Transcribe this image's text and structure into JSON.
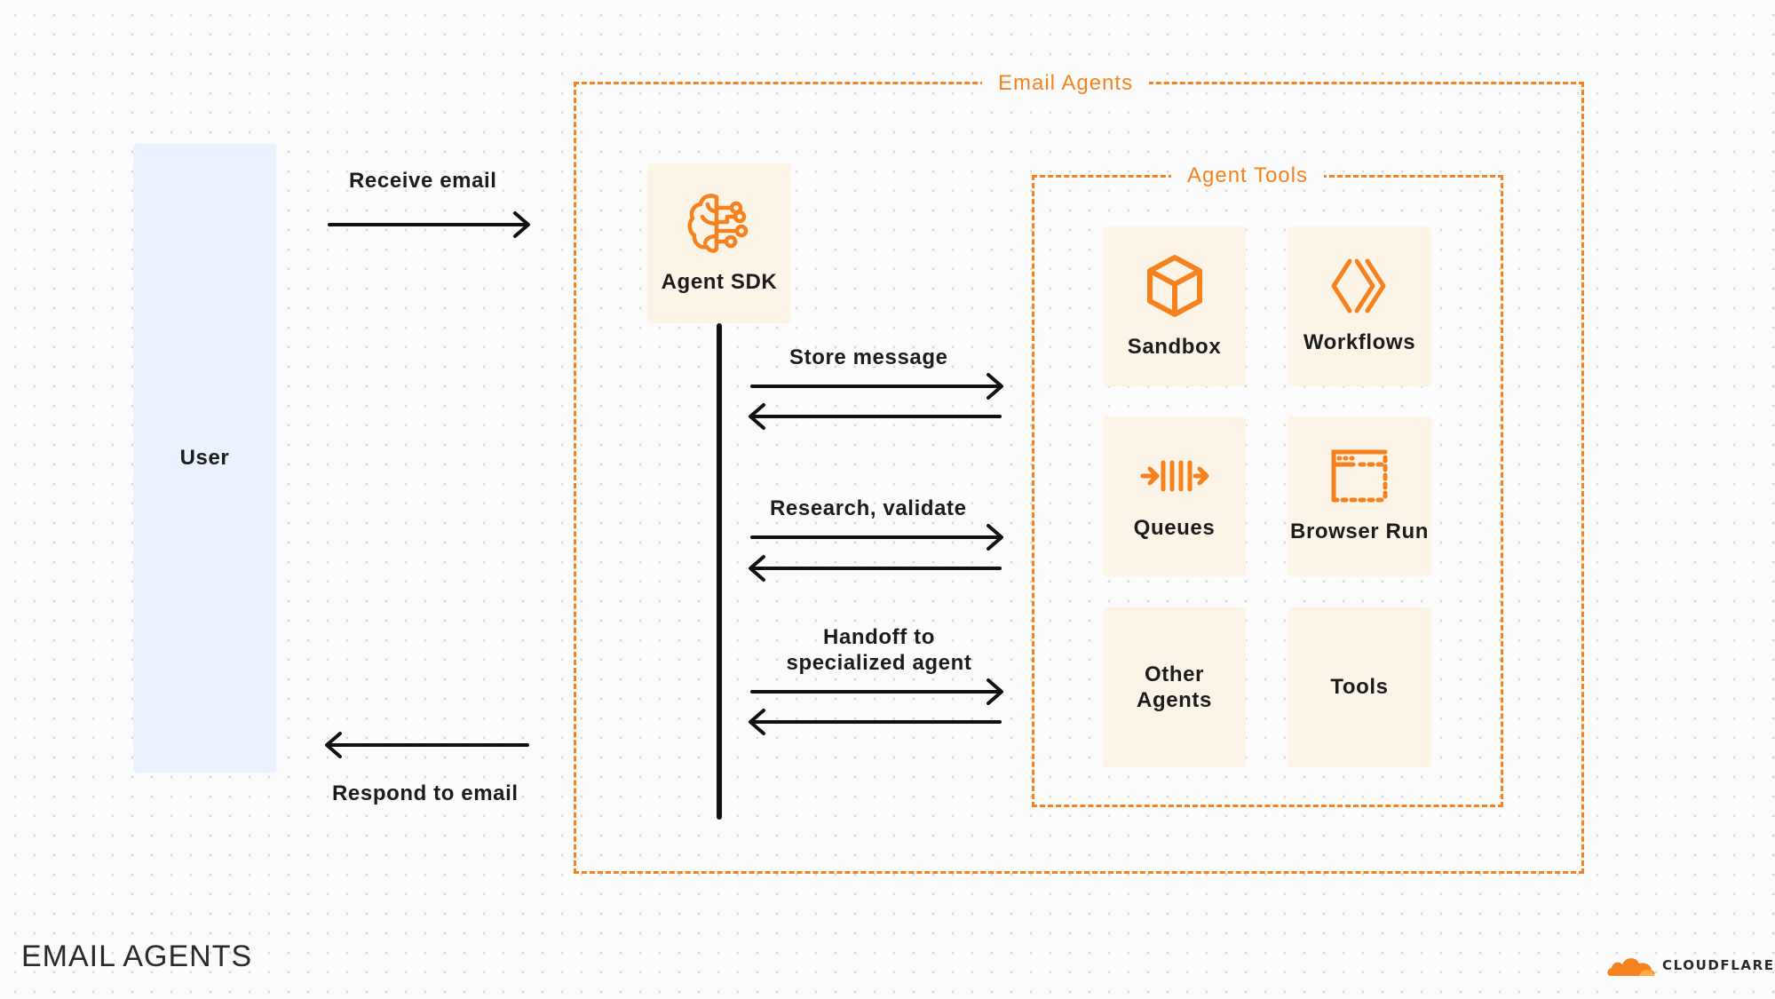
{
  "user": {
    "label": "User"
  },
  "flows": {
    "receive_email": "Receive email",
    "respond_email": "Respond to email",
    "store_message": "Store message",
    "research_validate": "Research, validate",
    "handoff_line1": "Handoff to",
    "handoff_line2": "specialized agent"
  },
  "email_agents_group": {
    "title": "Email Agents"
  },
  "agent_sdk": {
    "label": "Agent SDK",
    "icon": "brain-circuit-icon"
  },
  "agent_tools_group": {
    "title": "Agent Tools",
    "tools": [
      {
        "label": "Sandbox",
        "icon": "cube-icon"
      },
      {
        "label": "Workflows",
        "icon": "workflows-chevrons-icon"
      },
      {
        "label": "Queues",
        "icon": "queue-arrows-icon"
      },
      {
        "label": "Browser Run",
        "icon": "browser-window-icon"
      },
      {
        "label_line1": "Other",
        "label_line2": "Agents"
      },
      {
        "label": "Tools"
      }
    ]
  },
  "footer": {
    "title": "EMAIL AGENTS",
    "logo_text": "CLOUDFLARE"
  },
  "colors": {
    "accent": "#f6821f",
    "card_bg": "#fdf4e8",
    "user_bg": "#e9f2fe",
    "arrow": "#111111"
  }
}
